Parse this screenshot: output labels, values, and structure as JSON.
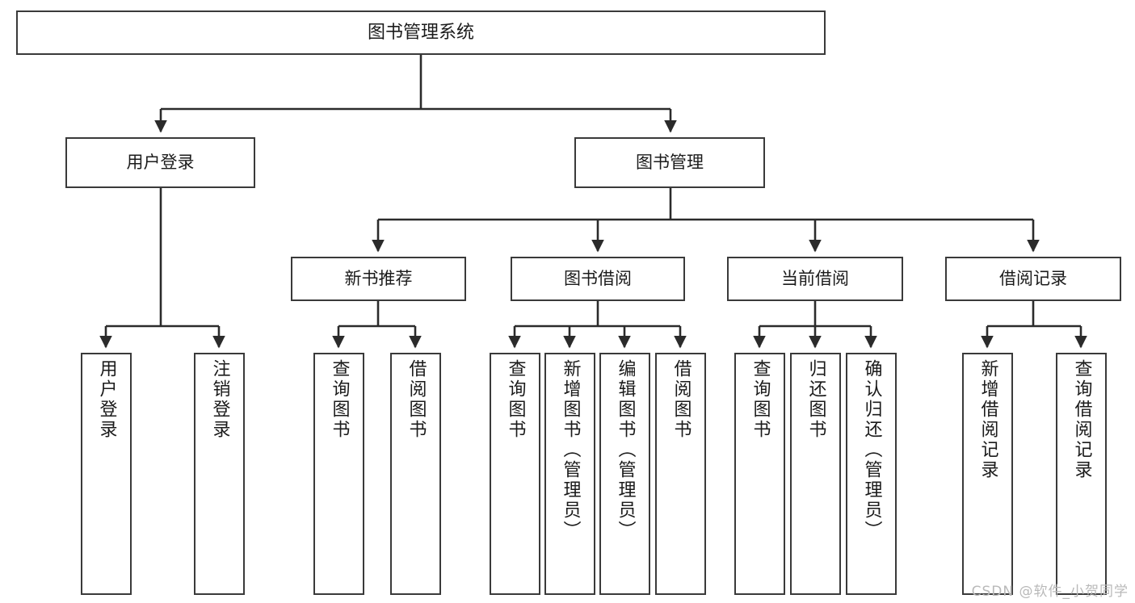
{
  "diagram": {
    "title": "图书管理系统",
    "type": "功能结构图",
    "colors": {
      "box_border": "#3a3a3a",
      "box_fill": "#ffffff",
      "line": "#2b2b2b",
      "text": "#1b1b1b",
      "watermark": "#b9b9b9",
      "background": "#ffffff"
    },
    "root": {
      "label": "图书管理系统"
    },
    "level2": [
      {
        "label": "用户登录"
      },
      {
        "label": "图书管理"
      }
    ],
    "level3": [
      {
        "label": "新书推荐"
      },
      {
        "label": "图书借阅"
      },
      {
        "label": "当前借阅"
      },
      {
        "label": "借阅记录"
      }
    ],
    "leaves": {
      "user_login": [
        {
          "label": "用户登录"
        },
        {
          "label": "注销登录"
        }
      ],
      "new_book": [
        {
          "label": "查询图书"
        },
        {
          "label": "借阅图书"
        }
      ],
      "borrow_book": [
        {
          "label": "查询图书"
        },
        {
          "label": "新增图书（管理员）"
        },
        {
          "label": "编辑图书（管理员）"
        },
        {
          "label": "借阅图书"
        }
      ],
      "current_borrow": [
        {
          "label": "查询图书"
        },
        {
          "label": "归还图书"
        },
        {
          "label": "确认归还（管理员）"
        }
      ],
      "borrow_record": [
        {
          "label": "新增借阅记录"
        },
        {
          "label": "查询借阅记录"
        }
      ]
    }
  },
  "watermark": {
    "text": "CSDN @软件_小贺同学"
  }
}
